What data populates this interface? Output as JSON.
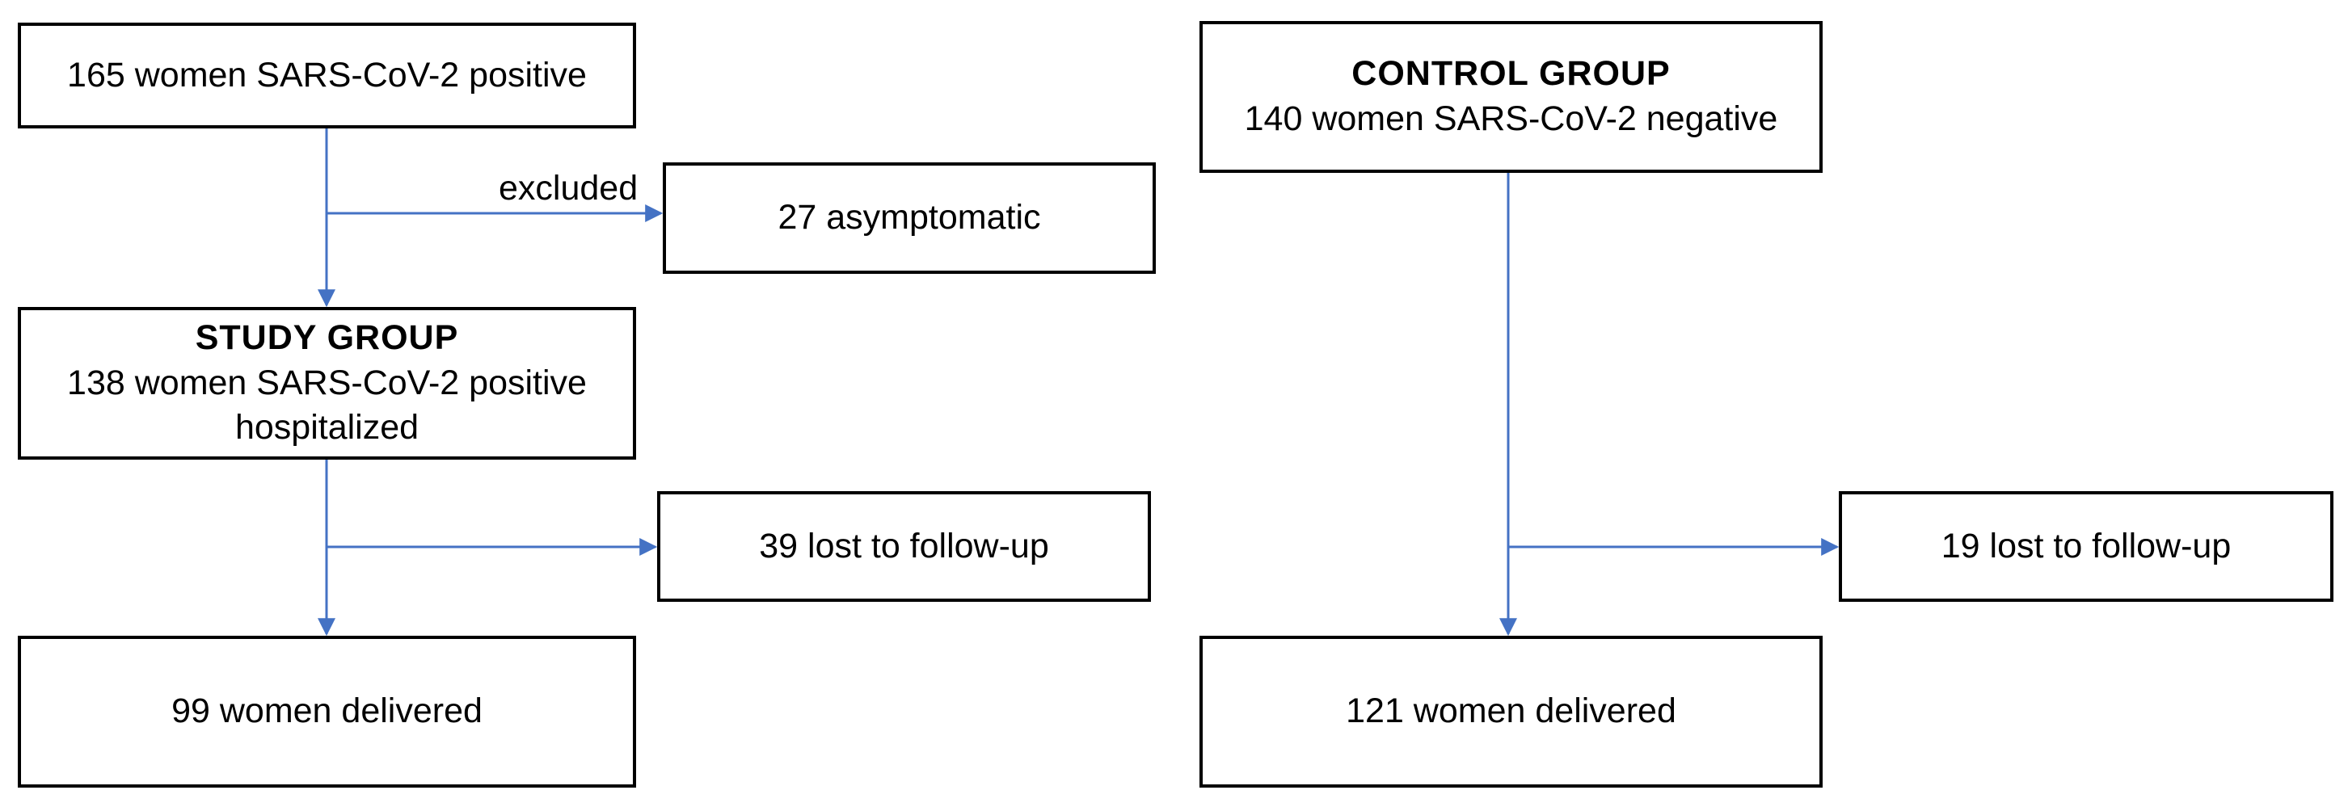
{
  "diagram": {
    "study_arm": {
      "initial": "165 women SARS-CoV-2 positive",
      "excluded_label": "excluded",
      "excluded_box": "27 asymptomatic",
      "group_title": "STUDY GROUP",
      "group_line1": "138 women SARS-CoV-2 positive",
      "group_line2": "hospitalized",
      "lost": "39 lost to follow-up",
      "delivered": "99 women delivered"
    },
    "control_arm": {
      "group_title": "CONTROL GROUP",
      "group_line1": "140 women SARS-CoV-2 negative",
      "lost": "19 lost to follow-up",
      "delivered": "121 women delivered"
    },
    "colors": {
      "arrow": "#4472C4",
      "box_border": "#000000"
    }
  }
}
